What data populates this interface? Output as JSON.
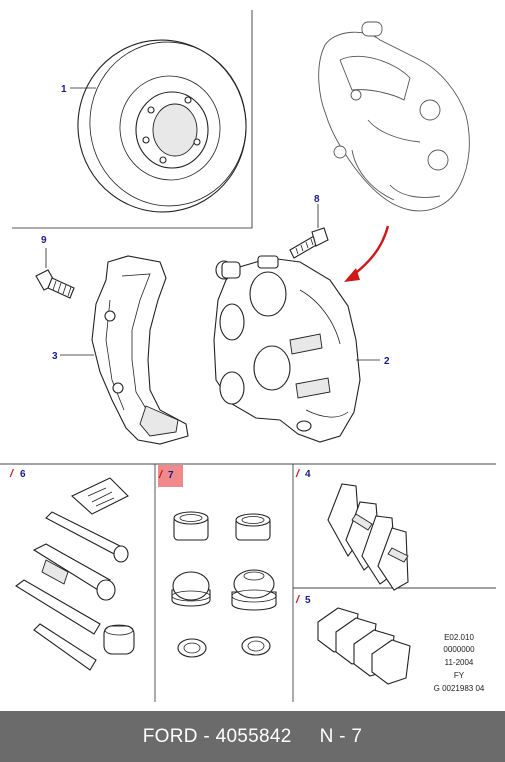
{
  "callouts": {
    "c1": "1",
    "c2": "2",
    "c3": "3",
    "c8": "8",
    "c9": "9"
  },
  "kits": {
    "k6": "6",
    "k7": "7",
    "k4": "4",
    "k5": "5",
    "slash": "/"
  },
  "reference": {
    "line1": "E02.010",
    "line2": "0000000",
    "line3": "11-2004",
    "line4": "FY",
    "line5": "G 0021983 04"
  },
  "footer": {
    "brand": "FORD",
    "sep": " - ",
    "part_number": "4055842",
    "gap": "     ",
    "position": "N - 7"
  },
  "colors": {
    "callout_text": "#1a1a8a",
    "kit_slash": "#d01818",
    "highlight_box": "#f08a8a",
    "arrow": "#d01818",
    "footer_bg": "#6b6b6b"
  }
}
